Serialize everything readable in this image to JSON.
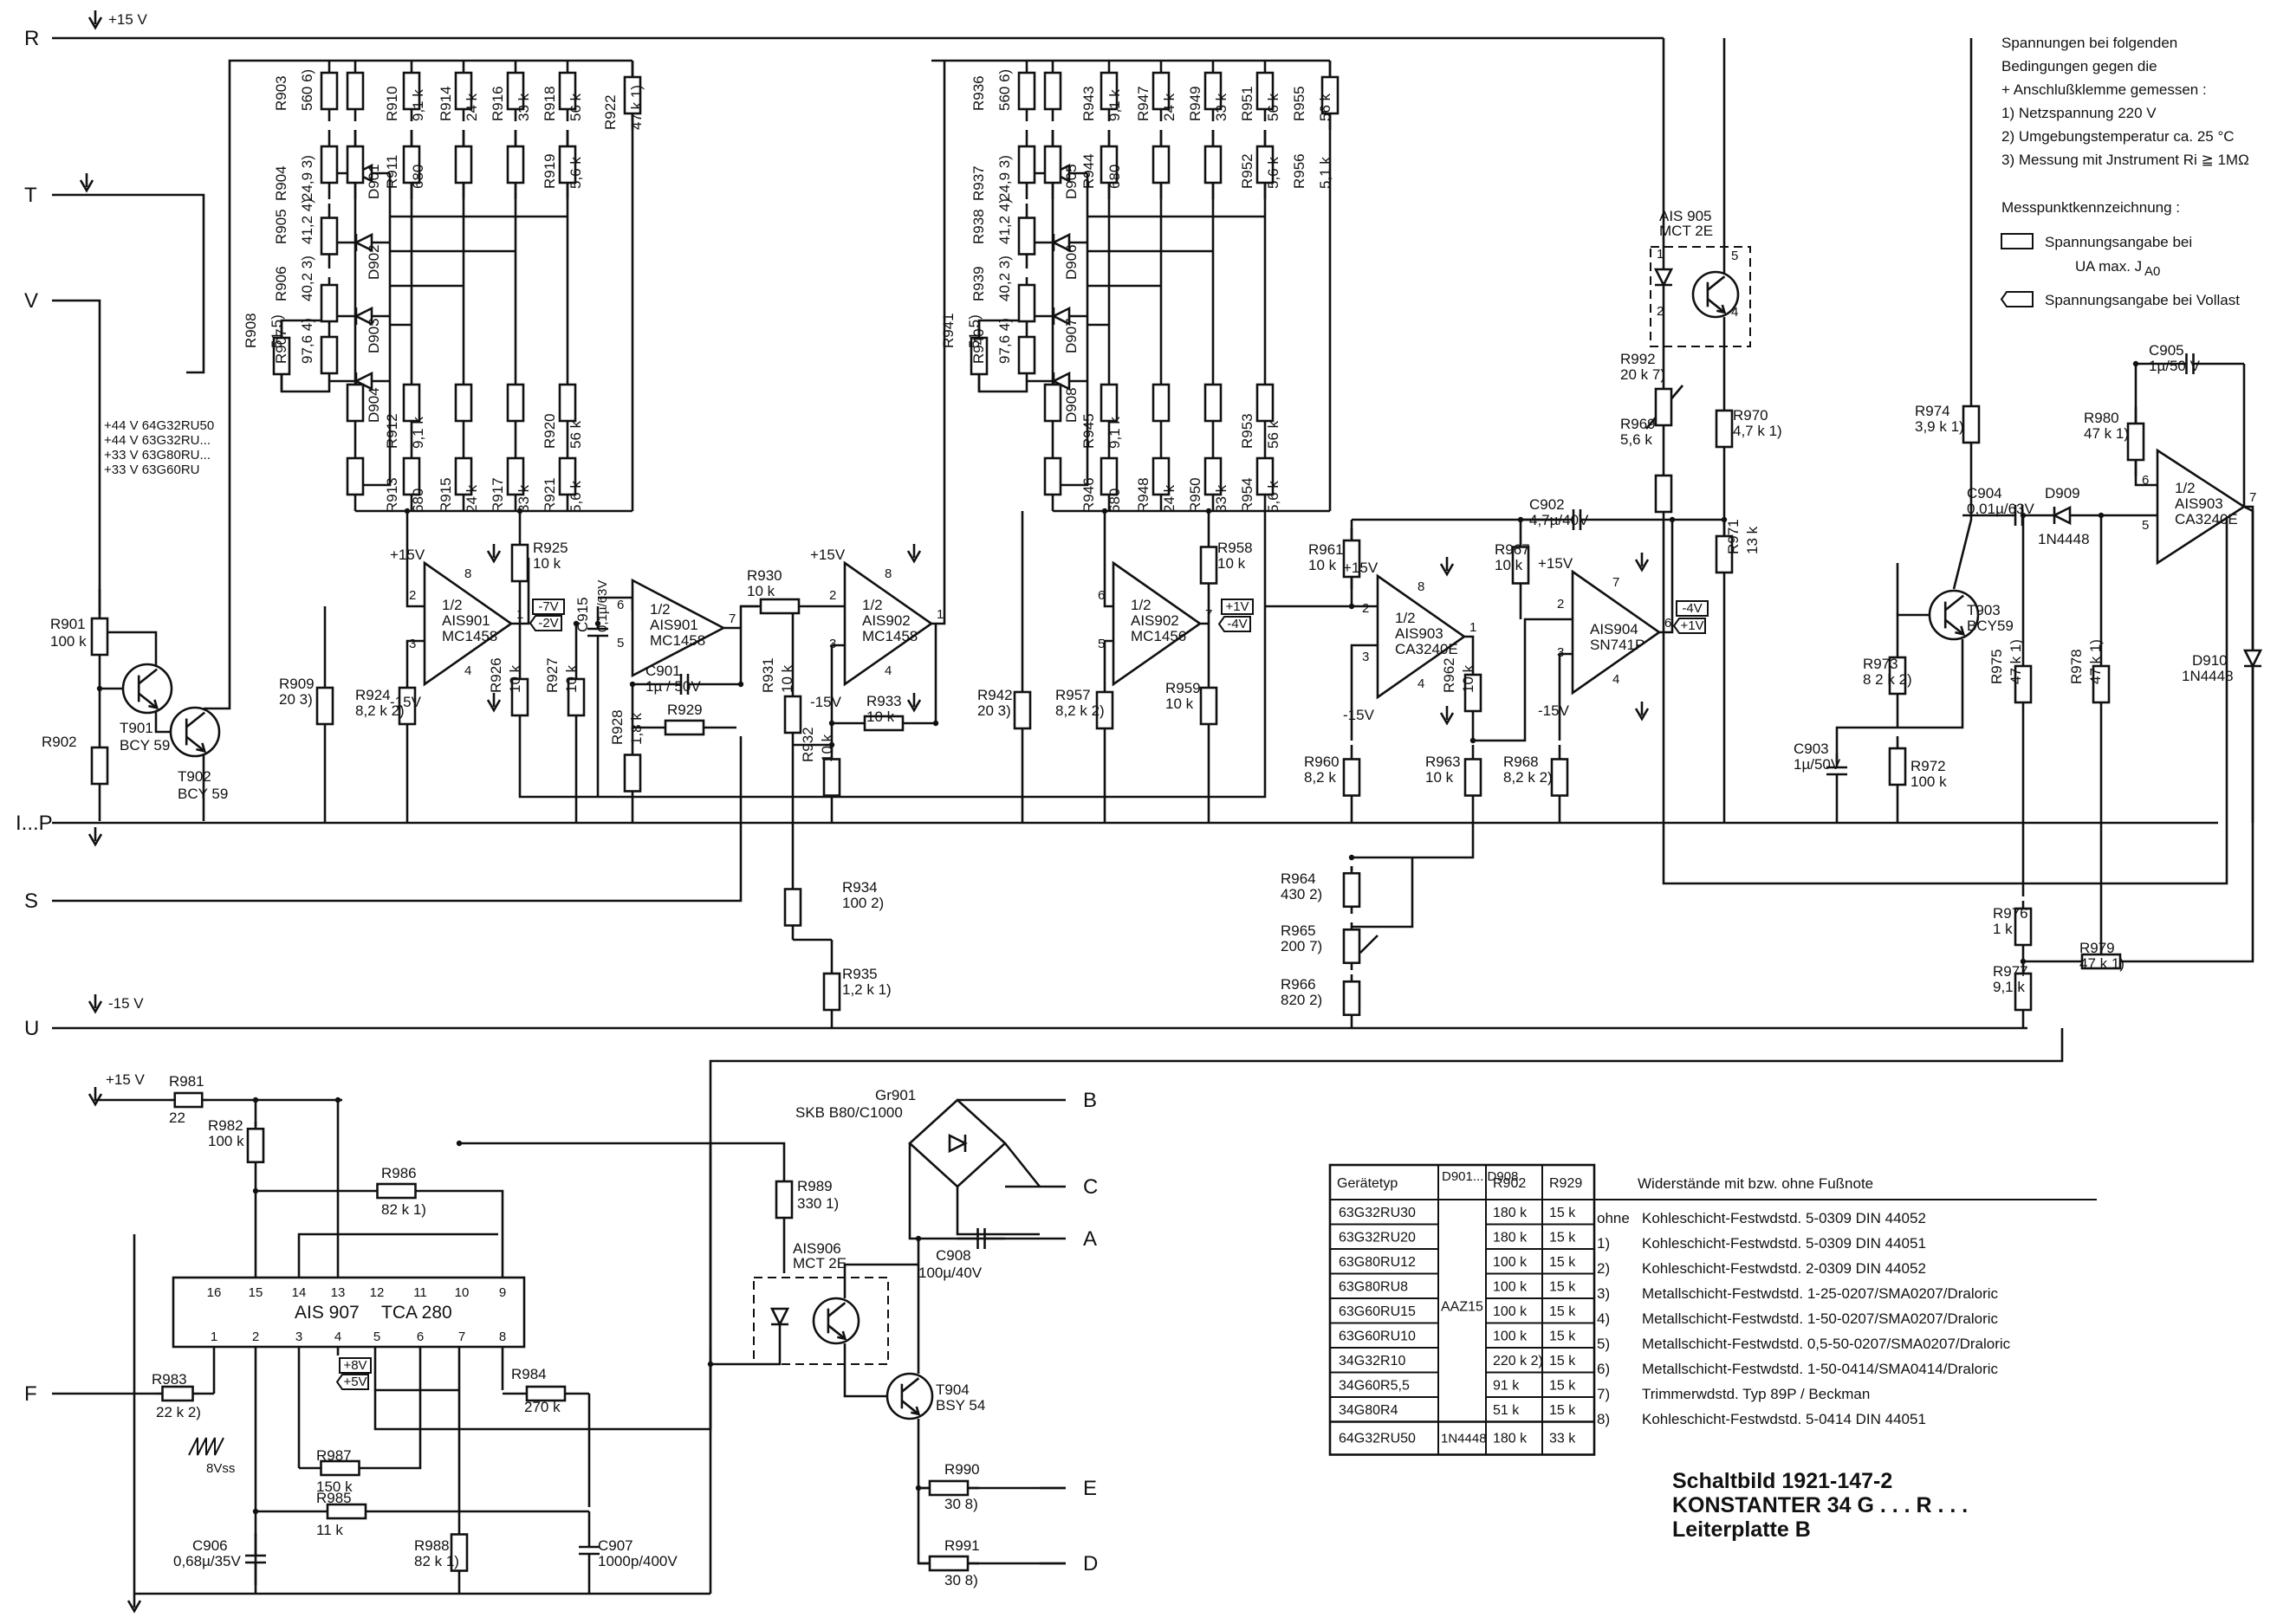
{
  "buses": [
    {
      "id": "R",
      "label": "R",
      "rail": "+15 V"
    },
    {
      "id": "T",
      "label": "T",
      "rail": ""
    },
    {
      "id": "V",
      "label": "V",
      "rail": ""
    },
    {
      "id": "P",
      "label": "I...P",
      "rail": ""
    },
    {
      "id": "S",
      "label": "S",
      "rail": ""
    },
    {
      "id": "U",
      "label": "U",
      "rail": "-15 V"
    },
    {
      "id": "F",
      "label": "F",
      "rail": ""
    }
  ],
  "outputs": [
    "B",
    "C",
    "A",
    "E",
    "D"
  ],
  "variant_notes": [
    "+44 V  64G32RU50",
    "+44 V  63G32RU...",
    "+33 V  63G80RU...",
    "+33 V  63G60RU"
  ],
  "upper_left": {
    "resistors": [
      {
        "n": "R903",
        "v": "560 6)"
      },
      {
        "n": "R904",
        "v": "24,9 3)"
      },
      {
        "n": "R905",
        "v": "41,2 4)"
      },
      {
        "n": "R906",
        "v": "40,2 3)"
      },
      {
        "n": "R907",
        "v": "97,6 4)"
      },
      {
        "n": "R908",
        "v": "51 5)"
      },
      {
        "n": "R910",
        "v": "9,1 k"
      },
      {
        "n": "R911",
        "v": "680"
      },
      {
        "n": "R912",
        "v": "9,1 k"
      },
      {
        "n": "R913",
        "v": "680"
      },
      {
        "n": "R914",
        "v": "24 k"
      },
      {
        "n": "R915",
        "v": "24 k"
      },
      {
        "n": "R916",
        "v": "33 k"
      },
      {
        "n": "R917",
        "v": "33 k"
      },
      {
        "n": "R918",
        "v": "56 k"
      },
      {
        "n": "R919",
        "v": "5,6 k"
      },
      {
        "n": "R920",
        "v": "56 k"
      },
      {
        "n": "R921",
        "v": "5,6 k"
      },
      {
        "n": "R922",
        "v": "47 k 1)"
      }
    ],
    "diodes": [
      "D901",
      "D902",
      "D903",
      "D904"
    ]
  },
  "upper_mid": {
    "resistors": [
      {
        "n": "R936",
        "v": "560 6)"
      },
      {
        "n": "R937",
        "v": "24,9 3)"
      },
      {
        "n": "R938",
        "v": "41,2 4)"
      },
      {
        "n": "R939",
        "v": "40,2 3)"
      },
      {
        "n": "R940",
        "v": "97,6 4)"
      },
      {
        "n": "R941",
        "v": "51 5)"
      },
      {
        "n": "R943",
        "v": "9,1 k"
      },
      {
        "n": "R944",
        "v": "680"
      },
      {
        "n": "R945",
        "v": "9,1 k"
      },
      {
        "n": "R946",
        "v": "680"
      },
      {
        "n": "R947",
        "v": "24 k"
      },
      {
        "n": "R948",
        "v": "24 k"
      },
      {
        "n": "R949",
        "v": "33 k"
      },
      {
        "n": "R950",
        "v": "33 k"
      },
      {
        "n": "R951",
        "v": "56 k"
      },
      {
        "n": "R952",
        "v": "5,6 k"
      },
      {
        "n": "R953",
        "v": "56 k"
      },
      {
        "n": "R954",
        "v": "5,6 k"
      },
      {
        "n": "R955",
        "v": "56 k"
      },
      {
        "n": "R956",
        "v": "5,1 k"
      }
    ],
    "diodes": [
      "D905",
      "D906",
      "D907",
      "D908"
    ]
  },
  "transistors_left": [
    {
      "n": "T901",
      "t": "BCY 59"
    },
    {
      "n": "T902",
      "t": "BCY 59"
    }
  ],
  "left_resistors": [
    {
      "n": "R901",
      "v": "100 k"
    },
    {
      "n": "R902",
      "v": ""
    }
  ],
  "opamps": [
    {
      "id": "oa1",
      "l1": "1/2",
      "l2": "AIS901",
      "l3": "MC1458",
      "pins": {
        "inv": "2",
        "non": "3",
        "out": "1",
        "vp": "8",
        "vn": "4"
      },
      "sup_p": "+15V",
      "sup_n": "-15V",
      "flags": [
        "-7V",
        "-2V"
      ]
    },
    {
      "id": "oa2",
      "l1": "1/2",
      "l2": "AIS901",
      "l3": "MC1458",
      "pins": {
        "inv": "6",
        "non": "5",
        "out": "7"
      }
    },
    {
      "id": "oa3",
      "l1": "1/2",
      "l2": "AIS902",
      "l3": "MC1458",
      "pins": {
        "inv": "2",
        "non": "3",
        "out": "1",
        "vp": "8",
        "vn": "4"
      },
      "sup_p": "+15V",
      "sup_n": "-15V"
    },
    {
      "id": "oa4",
      "l1": "1/2",
      "l2": "AIS902",
      "l3": "MC1456",
      "pins": {
        "inv": "6",
        "non": "5",
        "out": "7"
      },
      "flags": [
        "+1V",
        "-4V"
      ]
    },
    {
      "id": "oa5",
      "l1": "1/2",
      "l2": "AIS903",
      "l3": "CA3240E",
      "pins": {
        "inv": "2",
        "non": "3",
        "out": "1",
        "vp": "8",
        "vn": "4"
      },
      "sup_p": "+15V",
      "sup_n": "-15V"
    },
    {
      "id": "oa6",
      "l1": "",
      "l2": "AIS904",
      "l3": "SN741P",
      "pins": {
        "inv": "2",
        "non": "3",
        "out": "6",
        "vp": "7",
        "vn": "4"
      },
      "sup_p": "+15V",
      "sup_n": "-15V",
      "flags": [
        "-4V",
        "+1V"
      ]
    },
    {
      "id": "oa7",
      "l1": "1/2",
      "l2": "AIS903",
      "l3": "CA3240E",
      "pins": {
        "inv": "6",
        "non": "5",
        "out": "7"
      }
    }
  ],
  "mid_parts": [
    {
      "n": "R909",
      "v": "20 3)"
    },
    {
      "n": "R924",
      "v": "8,2 k 2)"
    },
    {
      "n": "R925",
      "v": "10 k"
    },
    {
      "n": "R926",
      "v": "10 k"
    },
    {
      "n": "R927",
      "v": "10 k"
    },
    {
      "n": "R928",
      "v": "1,8 k"
    },
    {
      "n": "R929",
      "v": ""
    },
    {
      "n": "R930",
      "v": "10 k"
    },
    {
      "n": "R931",
      "v": "10 k"
    },
    {
      "n": "R932",
      "v": "10 k"
    },
    {
      "n": "R933",
      "v": "10 k"
    },
    {
      "n": "R934",
      "v": "100 2)"
    },
    {
      "n": "R935",
      "v": "1,2 k 1)"
    },
    {
      "n": "R942",
      "v": "20 3)"
    },
    {
      "n": "R957",
      "v": "8,2 k 2)"
    },
    {
      "n": "R958",
      "v": "10 k"
    },
    {
      "n": "R959",
      "v": "10 k"
    },
    {
      "n": "R960",
      "v": "8,2 k"
    },
    {
      "n": "R961",
      "v": "10 k"
    },
    {
      "n": "R962",
      "v": "10 k"
    },
    {
      "n": "R963",
      "v": "10 k"
    },
    {
      "n": "R964",
      "v": "430 2)"
    },
    {
      "n": "R965",
      "v": "200 7)"
    },
    {
      "n": "R966",
      "v": "820 2)"
    },
    {
      "n": "R967",
      "v": "10 k"
    },
    {
      "n": "R968",
      "v": "8,2 k 2)"
    },
    {
      "n": "R969",
      "v": "5,6 k"
    },
    {
      "n": "R970",
      "v": "4,7 k 1)"
    },
    {
      "n": "R971",
      "v": "13 k"
    },
    {
      "n": "R972",
      "v": "100 k"
    },
    {
      "n": "R973",
      "v": "8 2 k 2)"
    },
    {
      "n": "R974",
      "v": "3,9 k 1)"
    },
    {
      "n": "R975",
      "v": "47 k 1)"
    },
    {
      "n": "R976",
      "v": "1 k"
    },
    {
      "n": "R977",
      "v": "9,1 k"
    },
    {
      "n": "R978",
      "v": "47 k 1)"
    },
    {
      "n": "R979",
      "v": "47 k 1)"
    },
    {
      "n": "R980",
      "v": "47 k 1)"
    },
    {
      "n": "R992",
      "v": "20 k 7)"
    }
  ],
  "caps": [
    {
      "n": "C915",
      "v": "0,1µ/63V"
    },
    {
      "n": "C901",
      "v": "1µ / 50V"
    },
    {
      "n": "C902",
      "v": "4,7µ/40V"
    },
    {
      "n": "C903",
      "v": "1µ/50V"
    },
    {
      "n": "C904",
      "v": "0,01µ/63V"
    },
    {
      "n": "C905",
      "v": "1µ/50 V"
    }
  ],
  "right_parts": {
    "opto905": {
      "n": "AIS 905",
      "t": "MCT 2E",
      "pins": [
        "1",
        "2",
        "5",
        "4"
      ]
    },
    "t903": {
      "n": "T903",
      "t": "BCY59"
    },
    "d909": {
      "n": "D909",
      "t": "1N4448"
    },
    "d910": {
      "n": "D910",
      "t": "1N4448"
    }
  },
  "lower": {
    "rail": "+15 V",
    "ic": {
      "n": "AIS 907",
      "t": "TCA 280",
      "top_pins": [
        "16",
        "15",
        "14",
        "13",
        "12",
        "11",
        "10",
        "9"
      ],
      "bot_pins": [
        "1",
        "2",
        "3",
        "4",
        "5",
        "6",
        "7",
        "8"
      ],
      "flags": [
        "+8V",
        "+5V"
      ]
    },
    "resistors": [
      {
        "n": "R981",
        "v": "22"
      },
      {
        "n": "R982",
        "v": "100 k"
      },
      {
        "n": "R983",
        "v": "22 k 2)"
      },
      {
        "n": "R984",
        "v": "270 k"
      },
      {
        "n": "R985",
        "v": "11 k"
      },
      {
        "n": "R986",
        "v": "82 k 1)"
      },
      {
        "n": "R987",
        "v": "150 k"
      },
      {
        "n": "R988",
        "v": "82 k 1)"
      },
      {
        "n": "R989",
        "v": "330 1)"
      },
      {
        "n": "R990",
        "v": "30 8)"
      },
      {
        "n": "R991",
        "v": "30 8)"
      }
    ],
    "caps": [
      {
        "n": "C906",
        "v": "0,68µ/35V"
      },
      {
        "n": "C907",
        "v": "1000p/400V"
      },
      {
        "n": "C908",
        "v": "100µ/40V"
      }
    ],
    "bridge": {
      "n": "Gr901",
      "t": "SKB B80/C1000"
    },
    "opto906": {
      "n": "AIS906",
      "t": "MCT 2E"
    },
    "t904": {
      "n": "T904",
      "t": "BSY 54"
    },
    "ramp": "8Vss"
  },
  "table": {
    "headers": [
      "Gerätetyp",
      "D901... D908",
      "R902",
      "R929"
    ],
    "rows": [
      {
        "type": "63G32RU30",
        "r902": "180 k",
        "r929": "15 k"
      },
      {
        "type": "63G32RU20",
        "r902": "180 k",
        "r929": "15 k"
      },
      {
        "type": "63G80RU12",
        "r902": "100 k",
        "r929": "15 k"
      },
      {
        "type": "63G80RU8",
        "r902": "100 k",
        "r929": "15 k"
      },
      {
        "type": "63G60RU15",
        "r902": "100 k",
        "r929": "15 k"
      },
      {
        "type": "63G60RU10",
        "r902": "100 k",
        "r929": "15 k"
      },
      {
        "type": "34G32R10",
        "r902": "220 k 2)",
        "r929": "15 k"
      },
      {
        "type": "34G60R5,5",
        "r902": "91 k",
        "r929": "15 k"
      },
      {
        "type": "34G80R4",
        "r902": "51 k",
        "r929": "15 k"
      }
    ],
    "diode_common": "AAZ15",
    "last_row": {
      "type": "64G32RU50",
      "diode": "1N4448",
      "r902": "180 k",
      "r929": "33 k"
    }
  },
  "footnotes": {
    "title": "Widerstände mit bzw. ohne Fußnote",
    "items": [
      {
        "k": "ohne",
        "t": "Kohleschicht-Festwdstd. 5-0309  DIN 44052"
      },
      {
        "k": "1)",
        "t": "Kohleschicht-Festwdstd. 5-0309  DIN 44051"
      },
      {
        "k": "2)",
        "t": "Kohleschicht-Festwdstd. 2-0309  DIN 44052"
      },
      {
        "k": "3)",
        "t": "Metallschicht-Festwdstd. 1-25-0207/SMA0207/Draloric"
      },
      {
        "k": "4)",
        "t": "Metallschicht-Festwdstd. 1-50-0207/SMA0207/Draloric"
      },
      {
        "k": "5)",
        "t": "Metallschicht-Festwdstd. 0,5-50-0207/SMA0207/Draloric"
      },
      {
        "k": "6)",
        "t": "Metallschicht-Festwdstd. 1-50-0414/SMA0414/Draloric"
      },
      {
        "k": "7)",
        "t": "Trimmerwdstd. Typ 89P / Beckman"
      },
      {
        "k": "8)",
        "t": "Kohleschicht-Festwdstd. 5-0414  DIN 44051"
      }
    ]
  },
  "legend": {
    "lines": [
      "Spannungen bei folgenden",
      "Bedingungen gegen die",
      "+ Anschlußklemme gemessen :",
      "1) Netzspannung  220 V",
      "2) Umgebungstemperatur ca. 25 °C",
      "3) Messung mit Jnstrument Ri ≧ 1MΩ"
    ],
    "mp_title": "Messpunktkennzeichnung :",
    "mp1a": "Spannungsangabe bei",
    "mp1b": "U",
    "mp1c": "A max.  J",
    "mp1d": "A0",
    "mp2": "Spannungsangabe bei Vollast"
  },
  "drawing_title": [
    "Schaltbild 1921-147-2",
    "KONSTANTER 34 G . . . R . . .",
    "Leiterplatte B"
  ]
}
